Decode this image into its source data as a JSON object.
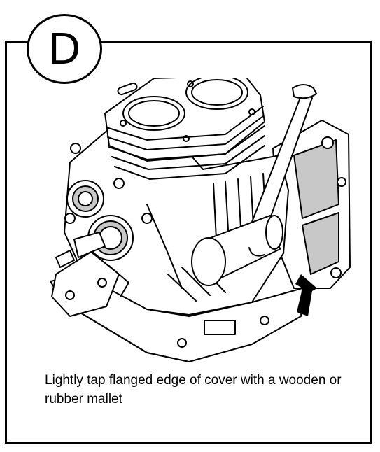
{
  "step": {
    "letter": "D",
    "caption": "Lightly tap flanged edge of cover with a wooden or rubber mallet"
  },
  "colors": {
    "ink": "#000000",
    "paper": "#ffffff",
    "shade": "#c8c8c8"
  },
  "icons": {
    "engine": "engine-block-illustration",
    "mallet": "mallet-illustration",
    "arrow": "arrow-up-icon"
  }
}
